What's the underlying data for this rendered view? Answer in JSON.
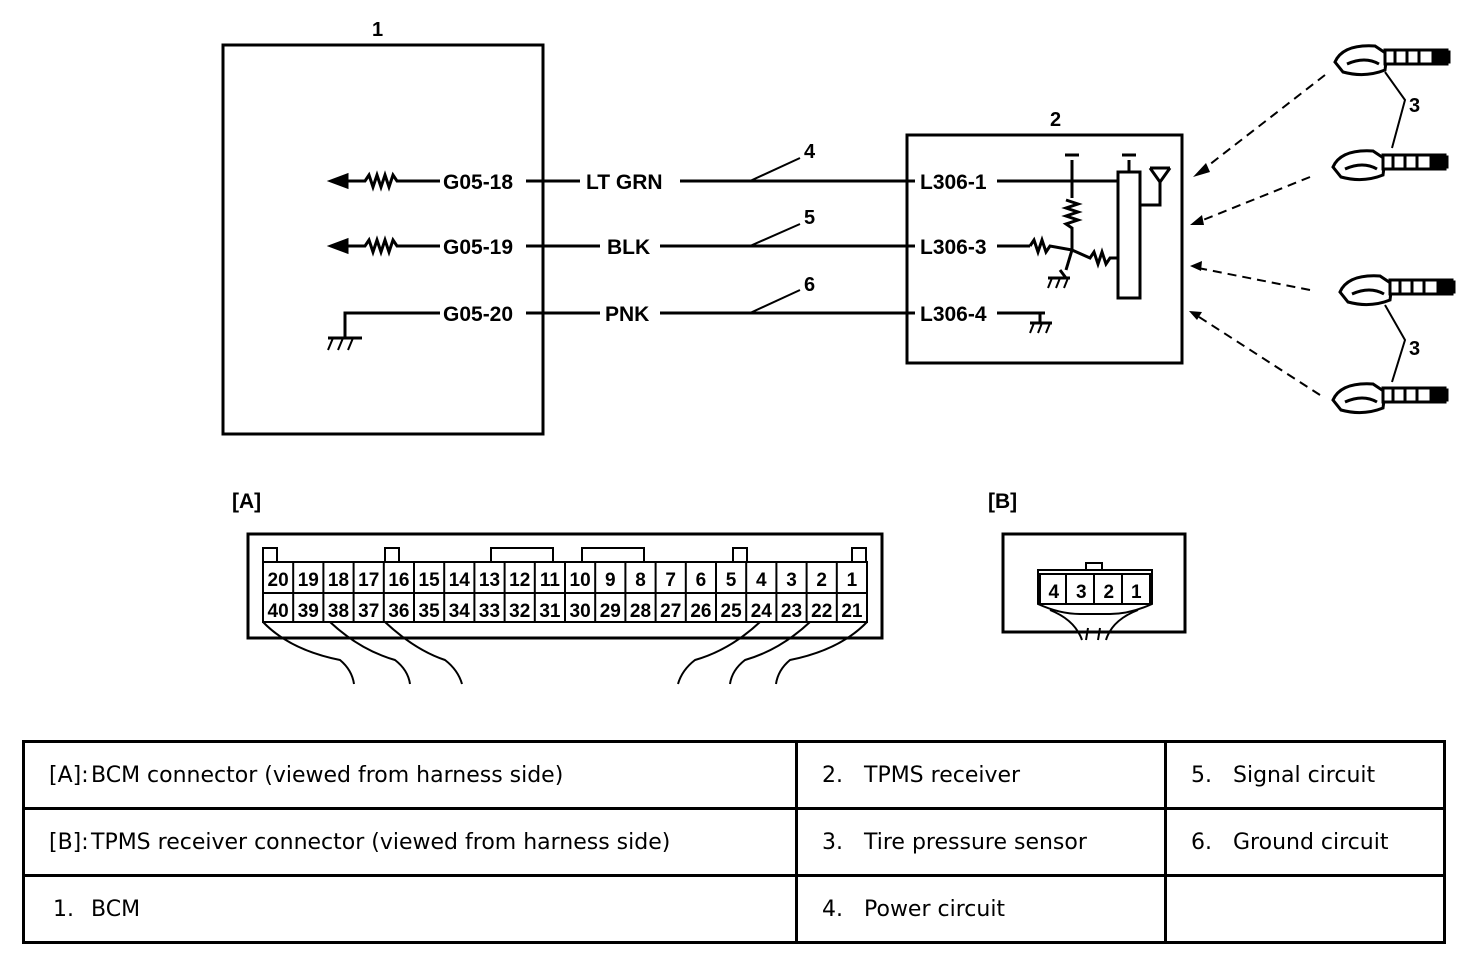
{
  "diagram": {
    "bcm_callout": "1",
    "receiver_callout": "2",
    "sensor_callout_upper": "3",
    "sensor_callout_lower": "3",
    "wires": [
      {
        "bcm_terminal": "G05-18",
        "color": "LT GRN",
        "callout": "4",
        "receiver_terminal": "L306-1"
      },
      {
        "bcm_terminal": "G05-19",
        "color": "BLK",
        "callout": "5",
        "receiver_terminal": "L306-3"
      },
      {
        "bcm_terminal": "G05-20",
        "color": "PNK",
        "callout": "6",
        "receiver_terminal": "L306-4"
      }
    ],
    "connector_a_label": "[A]",
    "connector_b_label": "[B]",
    "connector_a_top_row": [
      "20",
      "19",
      "18",
      "17",
      "16",
      "15",
      "14",
      "13",
      "12",
      "11",
      "10",
      "9",
      "8",
      "7",
      "6",
      "5",
      "4",
      "3",
      "2",
      "1"
    ],
    "connector_a_bottom_row": [
      "40",
      "39",
      "38",
      "37",
      "36",
      "35",
      "34",
      "33",
      "32",
      "31",
      "30",
      "29",
      "28",
      "27",
      "26",
      "25",
      "24",
      "23",
      "22",
      "21"
    ],
    "connector_b_pins": [
      "4",
      "3",
      "2",
      "1"
    ]
  },
  "legend": {
    "rows": [
      [
        {
          "key": "[A]:",
          "text": "BCM connector (viewed from harness side)"
        },
        {
          "key": "2.",
          "text": "TPMS receiver"
        },
        {
          "key": "5.",
          "text": "Signal circuit"
        }
      ],
      [
        {
          "key": "[B]:",
          "text": "TPMS receiver connector (viewed from harness side)"
        },
        {
          "key": "3.",
          "text": "Tire pressure sensor"
        },
        {
          "key": "6.",
          "text": "Ground circuit"
        }
      ],
      [
        {
          "key": "1.",
          "text": "BCM"
        },
        {
          "key": "4.",
          "text": "Power circuit"
        },
        {
          "key": "",
          "text": ""
        }
      ]
    ]
  }
}
